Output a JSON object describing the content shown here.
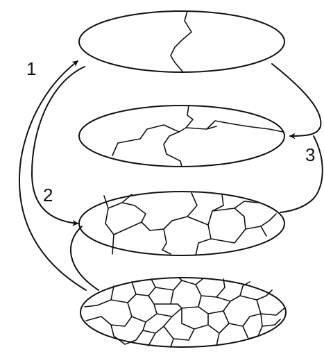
{
  "diagram": {
    "labels": {
      "step1": "1",
      "step2": "2",
      "step3": "3"
    },
    "stroke_color": "#111111",
    "background_color": "#ffffff"
  }
}
